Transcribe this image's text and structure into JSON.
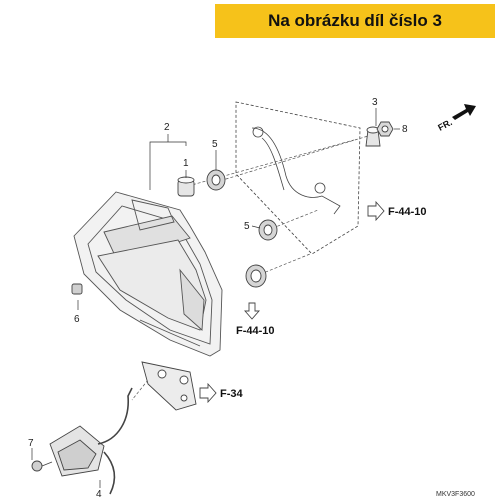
{
  "banner": {
    "text": "Na obrázku díl číslo 3"
  },
  "direction": {
    "label": "FR."
  },
  "callouts": [
    "1",
    "2",
    "3",
    "4",
    "5",
    "5",
    "6",
    "7",
    "8"
  ],
  "refs": [
    "F-44-10",
    "F-44-10",
    "F-34"
  ],
  "diagram_code": "MKV3F3600"
}
